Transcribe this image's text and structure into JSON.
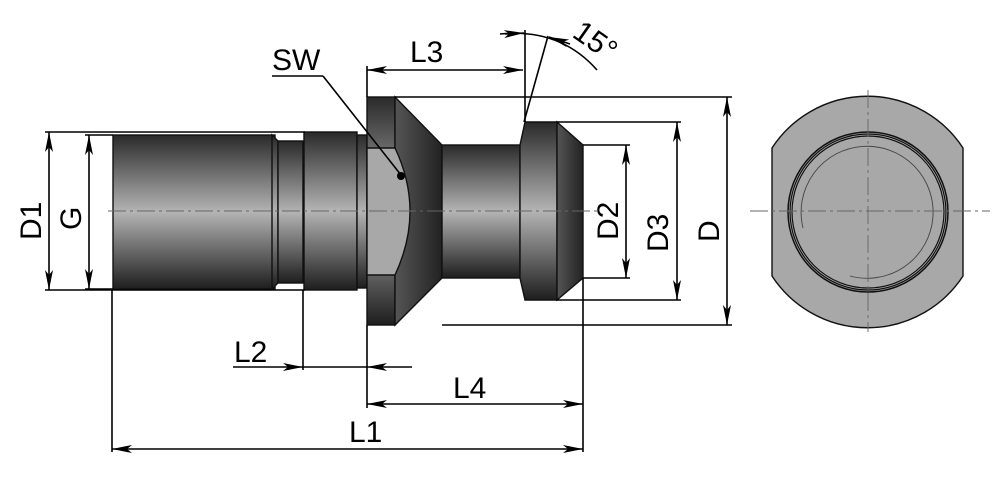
{
  "drawing": {
    "labels": {
      "sw": "SW",
      "l1": "L1",
      "l2": "L2",
      "l3": "L3",
      "l4": "L4",
      "d": "D",
      "d1": "D1",
      "d2": "D2",
      "d3": "D3",
      "g": "G",
      "angle": "15°"
    },
    "colors": {
      "body_dark": "#2a2a2a",
      "body_light": "#b4b4b4",
      "end_view_fill": "#a8a8a8"
    }
  }
}
